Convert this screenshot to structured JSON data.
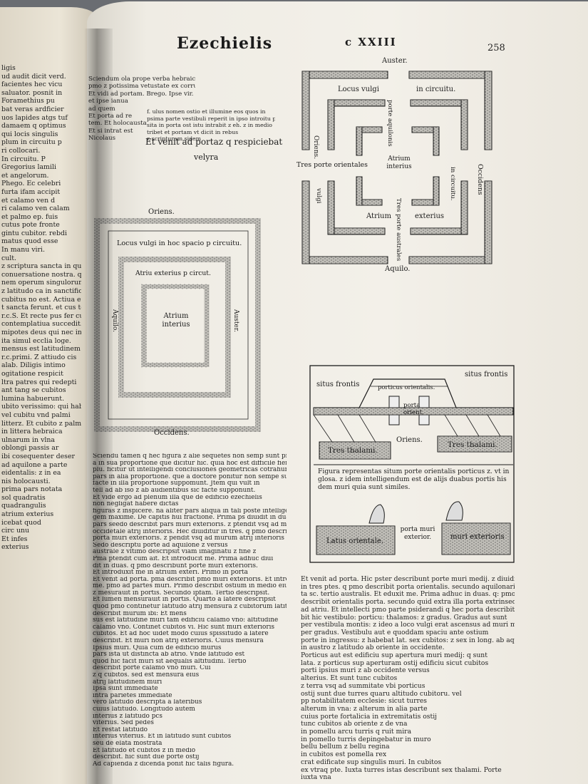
{
  "header": {
    "running_title": "Ezechielis",
    "chapter": "c XXIII",
    "folio": "258"
  },
  "left_column": [
    "ligis",
    "ud audit dicit verd.",
    "facientes hec vicu",
    "saluator. posnit in",
    "Foramethius pu",
    "bat veras ardficier",
    "uos lapides atgs tuf",
    "damaem q optimus",
    "qui locis singulis",
    "plum in circuitu p",
    "ri collocari.",
    "In circuitu. P",
    "Gregorius lamili",
    "et angelorum.",
    "Phego. Ec celebri",
    "furta ifam accipit",
    "et calamo ven d",
    "ri calamo ven calam",
    "et palmo ep. fuis",
    "cutus pote fronte",
    "gintu cubitor. rebdi",
    "matus quod esse",
    "In manu viri.",
    "cult.",
    "z scriptura sancta in qua omnl",
    "conuersatione nostra. que in",
    "nem operum singulorum. v",
    "z latitudo ca in sanctificat",
    "cubitus no est. Actiua en",
    "t sancta ferunt. et cus ten",
    "r.c.S. Et recte pus fer cubi",
    "contemplatiua succedit.",
    "mipotes deus qui nec in",
    "ita simul ecclia loge.",
    "mensus est latitudinem",
    "r.c.primi. Z attiudo cis",
    "alab. Diligis intimo",
    "ogitatione respicit",
    "ltra patres qui redepti",
    "ant tang se cubitos",
    "lumina habuerunt.",
    "ubito verissimo: qui habebat",
    "vel cubitu vnd palmi",
    "litterz. Et cubito z palmo",
    "in littera hebraica",
    "ulnarum in vlna",
    "oblongi passis ar",
    "ibi cosequenter deser",
    "ad aquilone a parte",
    "eidentalis: z in ea",
    "nis holocausti.",
    "prima pars notata",
    "sol quadratis",
    "quadrangulis",
    "atrium exterius",
    "icebat quod",
    "circ unu",
    "Et infes",
    "exterius"
  ],
  "gloss_top_left": [
    "Sciendum ola prope verba hebraica z nomina que in greca z latina",
    "pmo z potissima vetustate ex corrupta z sepius vitio deprauata",
    "Et vidi ad portam. Brego. Ipse vir. ipse porta. Ipse intrat per",
    "et ipse ianua",
    "ad quem",
    "Et porta ad re",
    "tem. Et holocausta",
    "Et si intrat est",
    "Nicolaus"
  ],
  "gloss_top_right": [
    "f. ulus nomen ostio et illumine eos quos in",
    "psima parte vestibuli reperit in ipso introitu pos",
    "sita in porta ost istu intrabit z eh. z in medio",
    "tribet et portam vt dicit in rebus",
    "z scripturam sidem"
  ],
  "lemma": "Et venit ad portaz q respiciebat",
  "lemma2": "velyra",
  "fig1": {
    "top": "Oriens.",
    "bottom": "Occidens.",
    "left": "Aquilo.",
    "right": "Auster.",
    "outer": "Locus vulgi in hoc spacio p circuitu.",
    "middle": "Atriu exterius p circut.",
    "inner": "Atrium interius"
  },
  "fig2": {
    "top": "Auster.",
    "bottom": "Aquilo.",
    "left_side": "Oriens.",
    "right_side": "Occidens",
    "l1": "Locus vulgi",
    "l2": "in circuitu.",
    "l3": "porte aquilonis",
    "l4": "Tres porte orientales",
    "l5": "Atrium interius",
    "l6": "Atrium",
    "l7": "exterius",
    "l8": "Tres porte australes",
    "l9": "in circuitu.",
    "l10": "vulgi"
  },
  "fig3": {
    "l1": "situs frontis",
    "l2": "porticus orientalis.",
    "l3": "situs frontis",
    "l4": "porta orient.",
    "l5": "Oriens.",
    "l6": "Tres thalami.",
    "l7": "Tres thalami.",
    "caption": [
      "Figura representas situm porte orientalis porticus z. vt in",
      "glosa. z idem intelligendum est de alijs duabus portis his",
      "dem muri quia sunt similes."
    ],
    "l8": "porta muri exterior.",
    "l9": "muri exterioris",
    "l10": "Latus orientale."
  },
  "middle_text": [
    "Sciendu tamen q hec figura z alie sequetes non semp sunt protracte pre",
    "a in sua proportione que dicitur hic. quia hoc est difficile fieri: sed sup",
    "plu. ficitur ut intelligendi conclusiones geometricas cotrahuntur",
    "pars in alia proportione. que a doctore ponitur non sempe sunt",
    "facte in illa proportione suppomunt. Jtem qui vult in",
    "tell ad ab iso z ab audientibus sic facte supponunt.",
    "Et vide ergo ad plenum illa que de edificio ezechielis",
    "non negligat habere dictas",
    "figuras z inspicere. na aliter pars aliqua in tali poste intelligere nisi e",
    "gem maxime. De capitis hui fractione. Prima ps diuidit in duas. q",
    "pars seedo describit pars muri exterioris. z ptendit vsq ad muri",
    "occidetale atrij interioris. Hec diuiditur in tres. q pmo descripsit",
    "porta muri exterioris. z pendit vsq ad murum atrij interioris",
    "Sedo descriptu porte ad aquilone z versus",
    "australe z vltimo descripsit viam imaginatu z fine z",
    "Pma ptendit cum ait. Et introducit me. Prima adhuc diui",
    "dit in duas. q pmo describunt porte muri exterioris.",
    "Et introduxit me in atrium exteri. Primo in porta",
    "Et venit ad porta. pma describit pmo muri exterioris. Et introduxit",
    "me. pmo ad partes muri. Primo describit ostium in medio eius",
    "z mesurauit in portis. Secundo ipfam. Tertio descripsit.",
    "Et lumen mensurauit in portis. Quarto a latere descripsit",
    "quod pmo continetur latitudo atrij mensura z cubitorum latitudinis",
    "describit murum ibi: Et mens",
    "sus est latitudine muri tam edificiu calamo vno: altitudine",
    "calamo vno. Continet cubitos vi. Hic sunt muri exterioris",
    "cubitos. Et ad hoc uidet modo cuius spissitudo a latere",
    "describit. Et muri non atrij exterioris. Cuius mensura",
    "Ipsius muri. Quia cum de edificio murus",
    "pars ista ut distincta ab atrio. Vnde latitudo est",
    "quod hic facit muri sit aequalis altitudini. Tertio",
    "describit porte calamo vno muri. Cui",
    "z q cubitos. sed est mensura eius",
    "atrij latitudinem muri",
    "Ipsa sunt immediate",
    "intra parietes immediate",
    "vero latitudo descripta a lateribus",
    "cuius latitudo. Longitudo autem",
    "interius z latitudo pcs",
    "viterius. Sed pedes",
    "Et restat latitudo",
    "interius viterius. Et in latitudo sunt cubitos",
    "seu de elata mostrata",
    "Et latitudo et cubitos z in medio",
    "describit. hic sunt due porte ostij",
    "Ad capienda z dicenda ponit hic talis figura."
  ],
  "right_text": [
    "Et venit ad porta. Hic pster describunt porte muri medij. z diuidit",
    "in tres ptes. q pmo describit porta orientalis. secundo aquilonaris. tertio por",
    "ta sc. tertio australis. Et eduxit me. Prima adhuc in duas. q: pmo",
    "describit orientalis porta. secundo quid extra illa porta extrinsecus",
    "ad atriu. Et intellecti pmo parte psiderandi q hec porta describit",
    "bit hic vestibulo: porticu: thalamos: z gradus. Gradus aut sunt",
    "per vestibula montis: z ideo a loco vulgi erat ascensus ad muri medij.",
    "per gradus. Vestibulu aut e quoddam spaciu ante ostium",
    "porte in ingressu: z habebat lat. sex cubitos: z sex in long. ab aquilone",
    "in austro z latitudo ab oriente in occidente.",
    "Porticus aut est edificiu sup apertura muri medij: q sunt",
    "lata. z porticus sup aperturam ostij edificiu sicut cubitos",
    "porti ipsius muri z ab occidente versus",
    "alterius. Et sunt tunc cubitos",
    "z terra vsq ad summitate vbi porticus",
    "ostij sunt due turres quaru altitudo cubitoru. vel",
    "pp notabilitatem ecclesie: sicut turres",
    "alterum in vna: z alterum in alia parte",
    "cuius porte fortalicia in extremitatis ostij",
    "tunc cubitos ab oriente z de vna",
    "in pomellu arcu turris q ruit mira",
    "in pomello turris depingebatur in muro",
    "bellu bellum z bellu regina",
    "in cubitos est pomella rex",
    "crat edificate sup singulis muri. In cubitos",
    "ex vtraq pte. Iuxta turres istas describunt sex thalami. Porte",
    "iuxta vna"
  ]
}
